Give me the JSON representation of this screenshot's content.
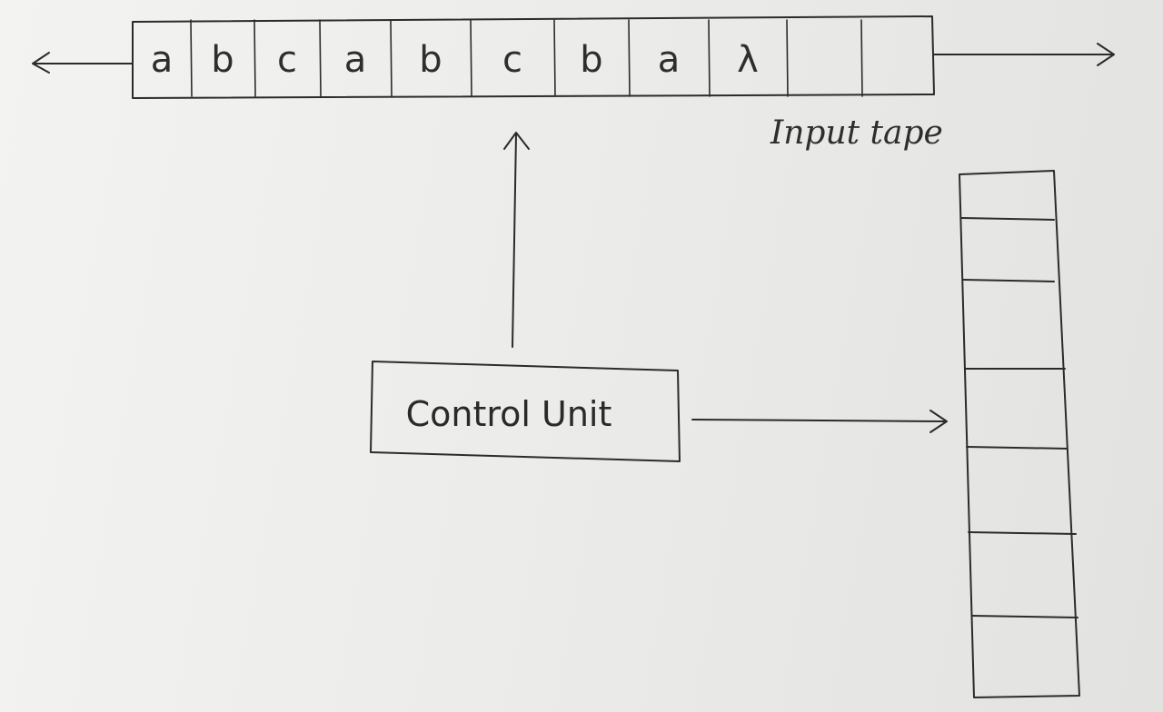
{
  "diagram": {
    "input_tape": {
      "label": "Input tape",
      "cells": [
        "a",
        "b",
        "c",
        "a",
        "b",
        "c",
        "b",
        "a",
        "λ",
        "",
        ""
      ]
    },
    "control_unit": {
      "label": "Control Unit"
    },
    "stack": {
      "cell_count": 7
    }
  }
}
